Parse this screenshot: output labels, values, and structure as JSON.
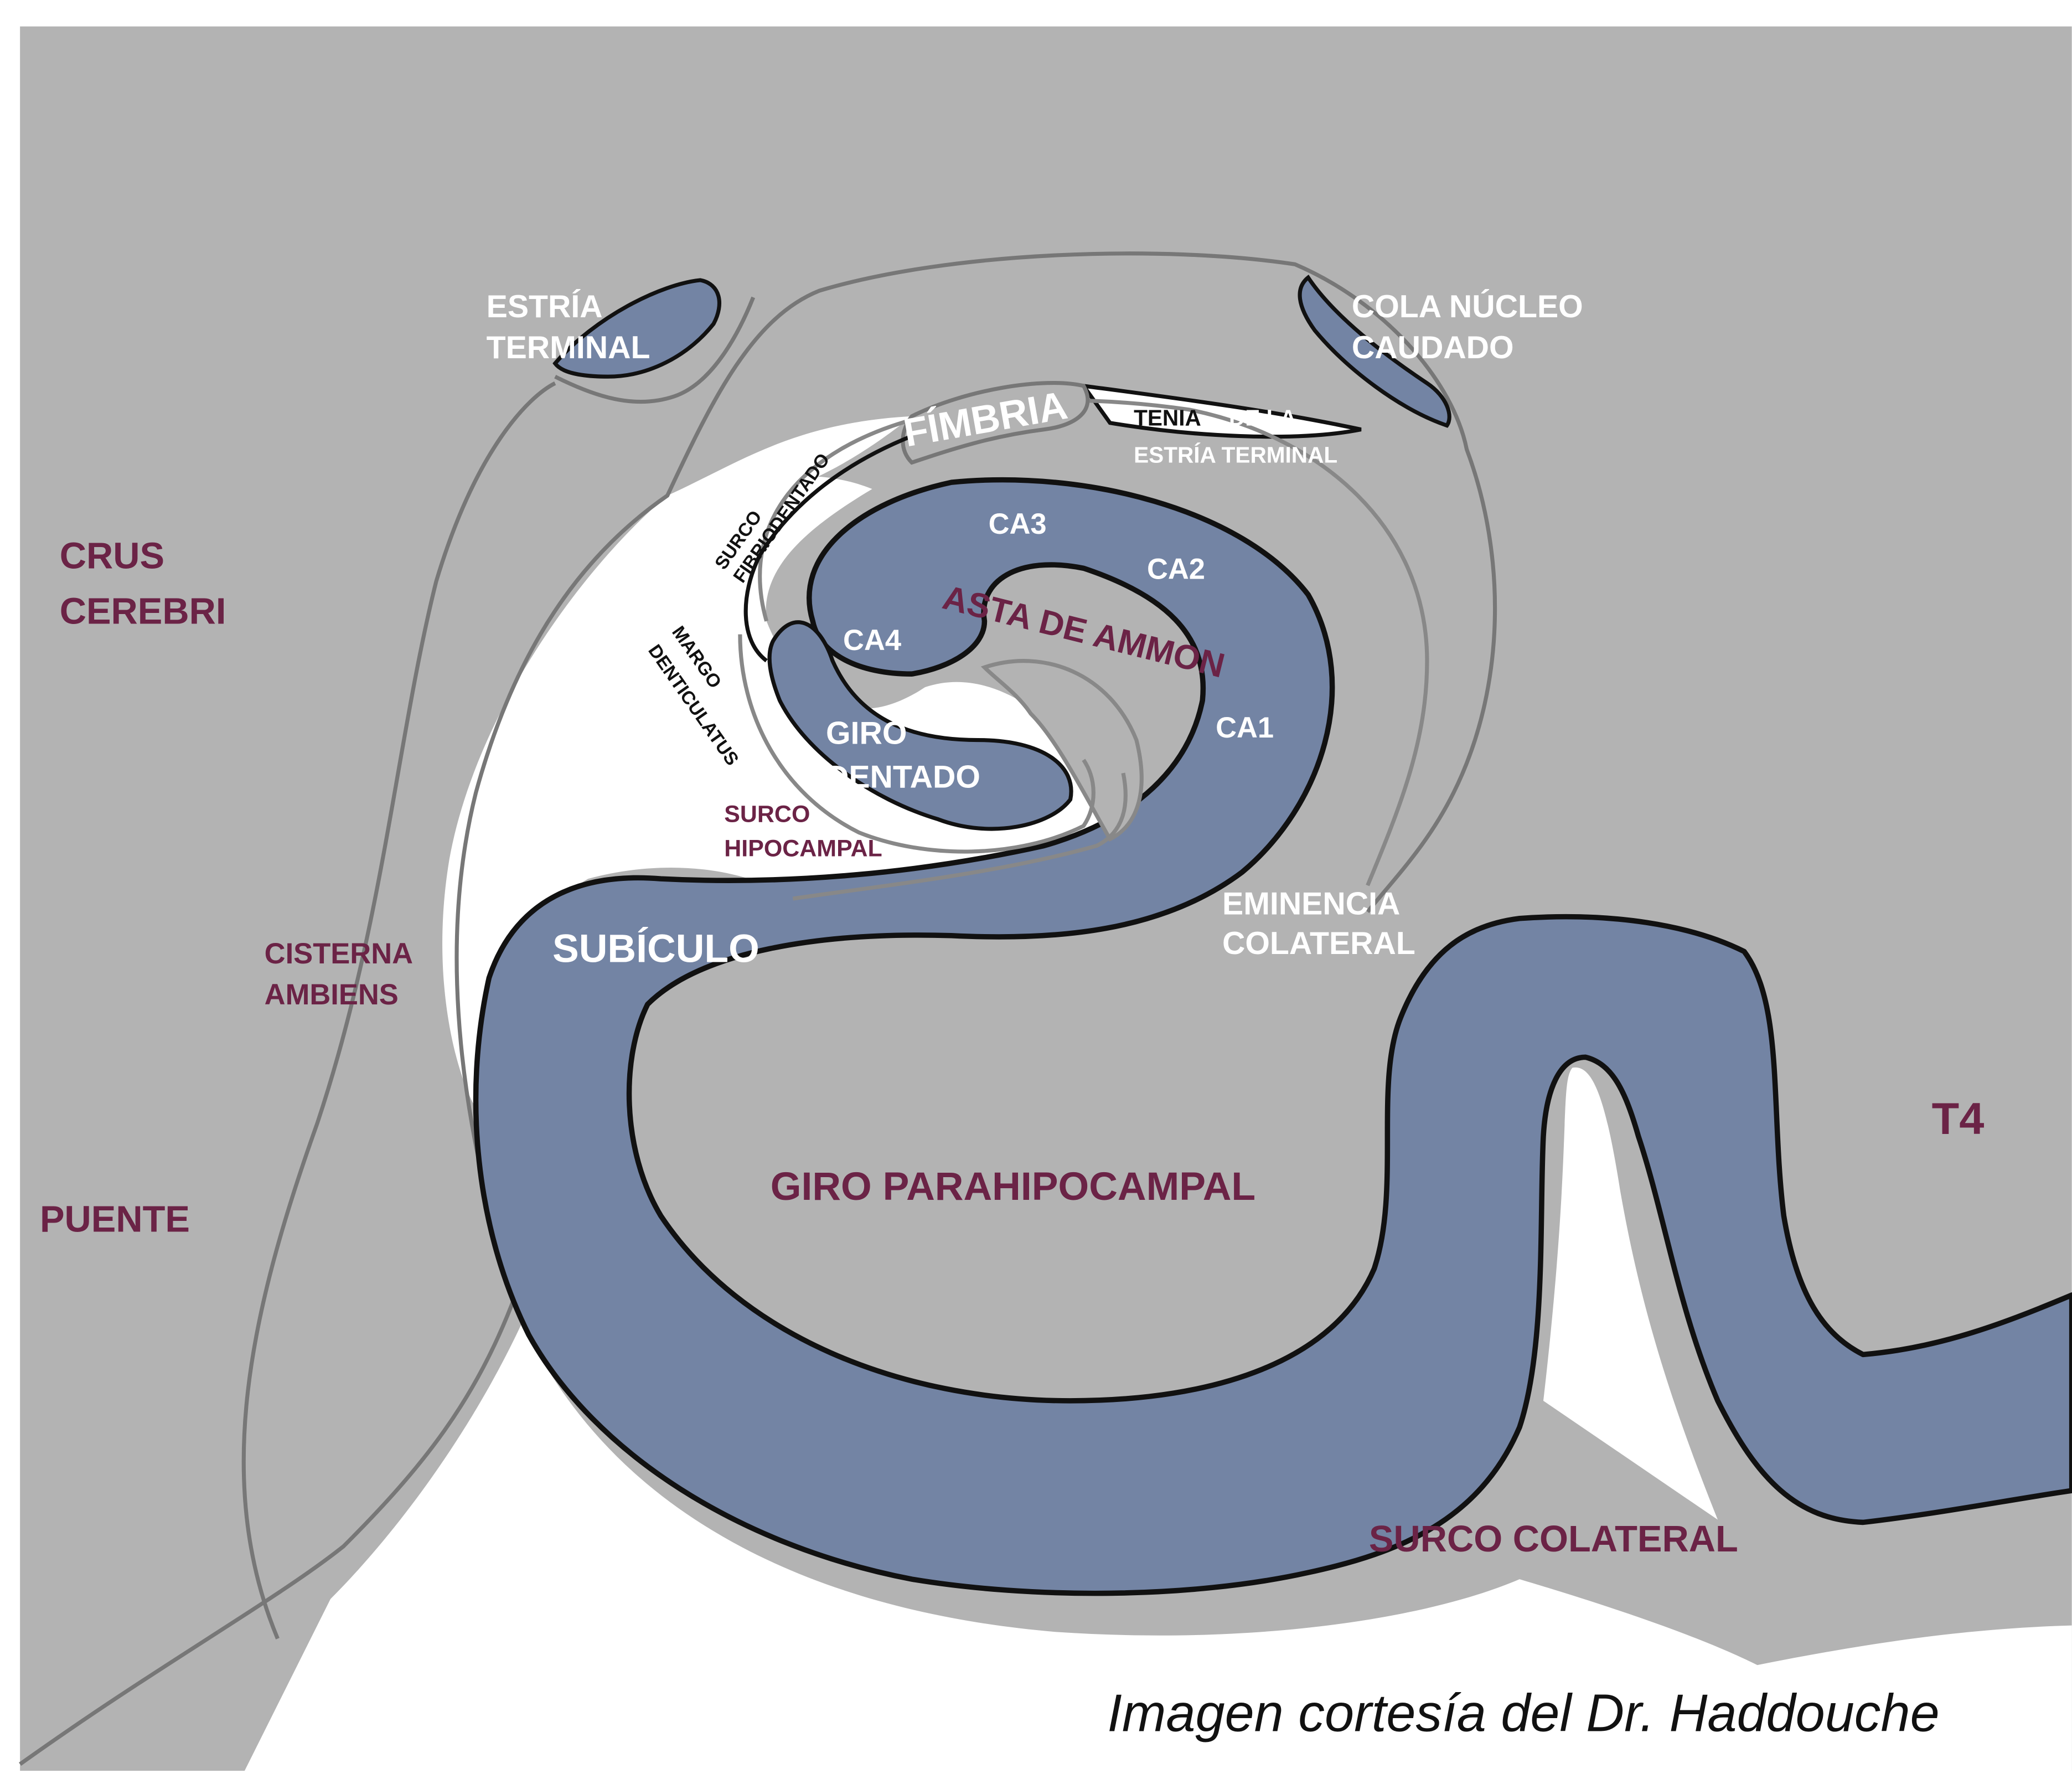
{
  "colors": {
    "tissue": "#b3b3b3",
    "cortex": "#7384a4",
    "outline": "#111111",
    "space": "#ffffff",
    "label_white": "#ffffff",
    "label_maroon": "#6b2346",
    "label_black": "#111111",
    "credit_text": "#111111"
  },
  "labels": {
    "estria_1": "ESTRÍA",
    "estria_2": "TERMINAL",
    "cola_1": "COLA NÚCLEO",
    "cola_2": "CAUDADO",
    "fimbria": "FÍMBRIA",
    "tenia": "TENIA",
    "tenia_de_la": "DE LA",
    "tenia_2": "ESTRÍA TERMINAL",
    "surco_fibrio_1": "SURCO",
    "surco_fibrio_2": "FIBRIODENTADO",
    "crus_1": "CRUS",
    "crus_2": "CEREBRI",
    "ca3": "CA3",
    "ca2": "CA2",
    "ca4": "CA4",
    "ca1": "CA1",
    "asta": "ASTA DE AMMON",
    "margo_1": "MARGO",
    "margo_2": "DENTICULATUS",
    "giro_dentado_1": "GIRO",
    "giro_dentado_2": "DENTADO",
    "surco_hipo_1": "SURCO",
    "surco_hipo_2": "HIPOCAMPAL",
    "eminencia_1": "EMINENCIA",
    "eminencia_2": "COLATERAL",
    "cisterna_1": "CISTERNA",
    "cisterna_2": "AMBIENS",
    "subiculo": "SUBÍCULO",
    "giro_parahipo": "GIRO PARAHIPOCAMPAL",
    "t4": "T4",
    "puente": "PUENTE",
    "surco_colateral": "SURCO COLATERAL",
    "credit": "Imagen cortesía del Dr. Haddouche"
  }
}
